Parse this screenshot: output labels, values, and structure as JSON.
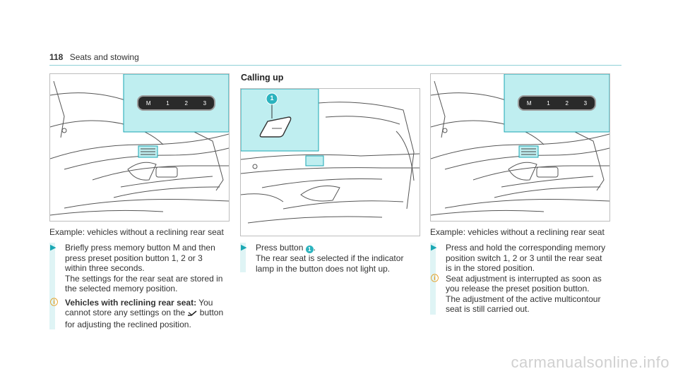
{
  "header": {
    "page_number": "118",
    "section": "Seats and stowing"
  },
  "figure_left": {
    "buttons": [
      "M",
      "1",
      "2",
      "3"
    ],
    "caption": "Example: vehicles without a reclining rear seat"
  },
  "figure_middle": {
    "heading": "Calling up",
    "callout": "1"
  },
  "figure_right": {
    "buttons": [
      "M",
      "1",
      "2",
      "3"
    ],
    "caption": "Example: vehicles without a reclining rear seat"
  },
  "col1": {
    "step1_a": "Briefly press memory button M and then press preset position button 1, 2 or 3 within three seconds.",
    "step1_b": "The settings for the rear seat are stored in the selected memory position.",
    "note_bold": "Vehicles with reclining rear seat:",
    "note_text1": " You cannot store any settings on the ",
    "note_text2": " button for adjusting the reclined position."
  },
  "col2": {
    "step_a1": "Press button ",
    "step_a2": ".",
    "step_b": "The rear seat is selected if the indicator lamp in the button does not light up."
  },
  "col3": {
    "step1": "Press and hold the corresponding memory position switch 1, 2 or 3 until the rear seat is in the stored position.",
    "note_a": "Seat adjustment is interrupted as soon as you release the preset position button.",
    "note_b": "The adjustment of the active multicontour seat is still carried out."
  },
  "watermark": "carmanualsonline.info",
  "colors": {
    "accent": "#1aa7b3",
    "highlight": "#bfeef0",
    "info": "#e49a16"
  }
}
